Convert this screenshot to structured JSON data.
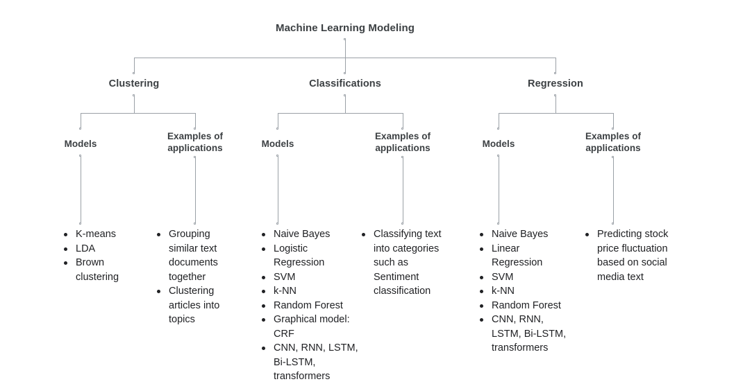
{
  "diagram": {
    "title": "Machine Learning Modeling",
    "branches": [
      {
        "name": "Clustering",
        "label": "Clustering",
        "children": [
          {
            "name": "models",
            "label": "Models",
            "items": [
              "K-means",
              "LDA",
              "Brown clustering"
            ]
          },
          {
            "name": "examples",
            "label": "Examples of applications",
            "items": [
              "Grouping similar text documents together",
              "Clustering articles into topics"
            ]
          }
        ]
      },
      {
        "name": "Classifications",
        "label": "Classifications",
        "children": [
          {
            "name": "models",
            "label": "Models",
            "items": [
              "Naive Bayes",
              "Logistic Regression",
              "SVM",
              "k-NN",
              "Random Forest",
              "Graphical model: CRF",
              "CNN, RNN, LSTM, Bi-LSTM, transformers"
            ]
          },
          {
            "name": "examples",
            "label": "Examples of applications",
            "items": [
              "Classifying text into categories such as Sentiment classification"
            ]
          }
        ]
      },
      {
        "name": "Regression",
        "label": "Regression",
        "children": [
          {
            "name": "models",
            "label": "Models",
            "items": [
              "Naive Bayes",
              "Linear Regression",
              "SVM",
              "k-NN",
              "Random Forest",
              "CNN, RNN, LSTM, Bi-LSTM, transformers"
            ]
          },
          {
            "name": "examples",
            "label": "Examples of applications",
            "items": [
              "Predicting stock price fluctuation based on social media text"
            ]
          }
        ]
      }
    ],
    "colors": {
      "text": "#3c4043",
      "body_text": "#202124",
      "connector": "#9aa0a6",
      "background": "#ffffff"
    }
  }
}
